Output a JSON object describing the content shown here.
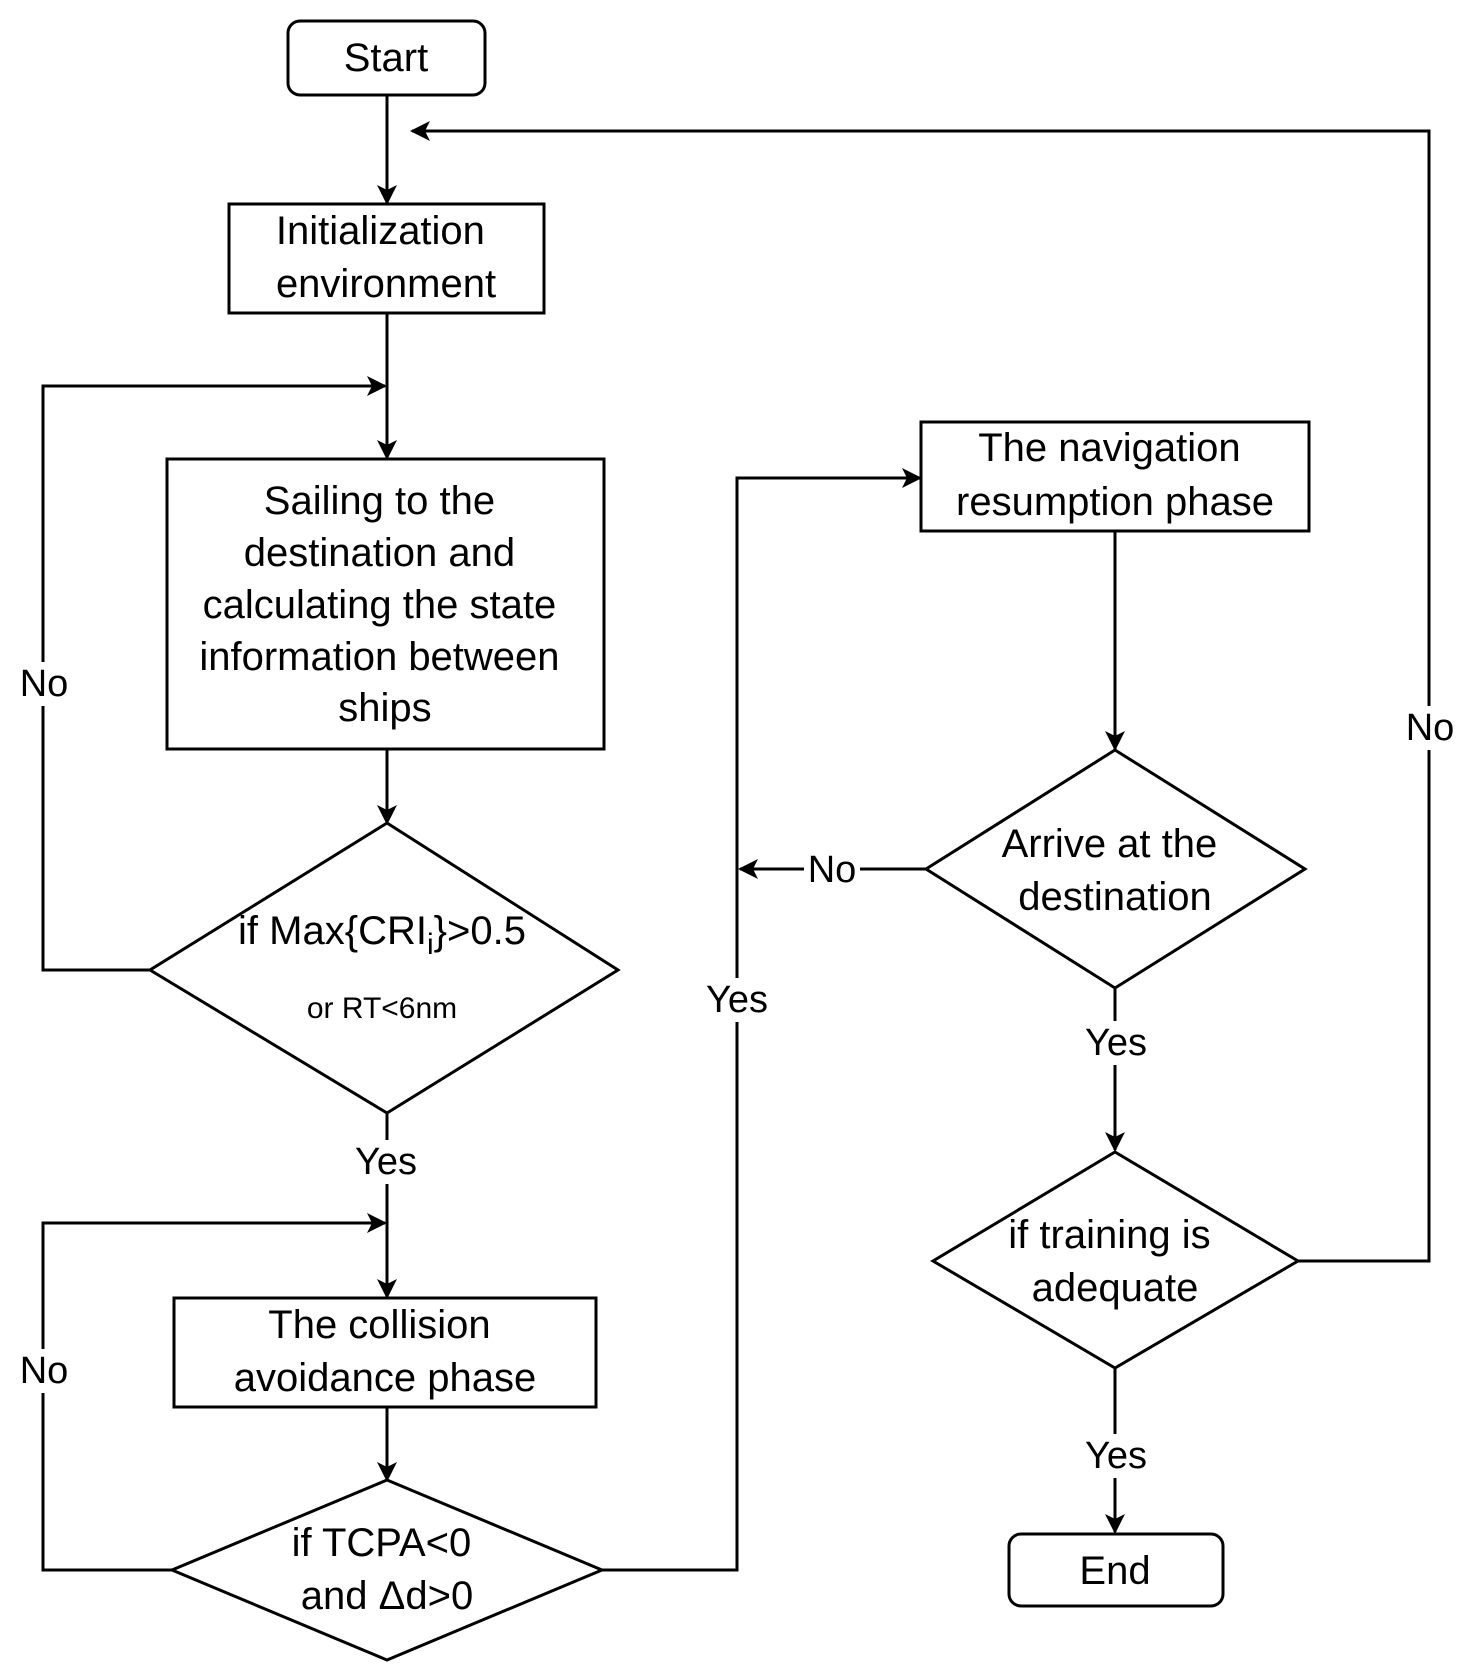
{
  "nodes": {
    "start": {
      "label": "Start"
    },
    "init": {
      "lines": [
        "Initialization",
        "environment"
      ]
    },
    "sailing": {
      "lines": [
        "Sailing to the",
        "destination and",
        "calculating the state",
        "information between",
        "ships"
      ]
    },
    "cri_decision": {
      "line1_prefix": "if Max{CRI",
      "line1_subscript": "i",
      "line1_suffix": "}>0.5",
      "line2": "or RT<6nm"
    },
    "collision": {
      "lines": [
        "The collision",
        "avoidance phase"
      ]
    },
    "tcpa_decision": {
      "lines": [
        "if TCPA<0",
        "and Δd>0"
      ]
    },
    "navigation": {
      "lines": [
        "The navigation",
        "resumption phase"
      ]
    },
    "arrive_decision": {
      "lines": [
        "Arrive at the",
        "destination"
      ]
    },
    "training_decision": {
      "lines": [
        "if training is",
        "adequate"
      ]
    },
    "end": {
      "label": "End"
    }
  },
  "edge_labels": {
    "cri_no": "No",
    "cri_yes": "Yes",
    "tcpa_no": "No",
    "tcpa_yes": "Yes",
    "arrive_no": "No",
    "arrive_yes": "Yes",
    "training_no": "No",
    "training_yes": "Yes"
  }
}
